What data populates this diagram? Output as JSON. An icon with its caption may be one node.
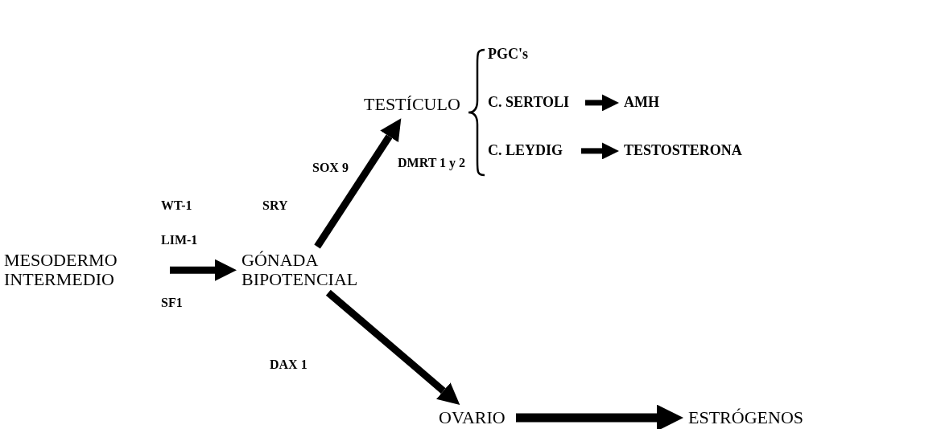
{
  "diagram": {
    "nodes": [
      {
        "text": [
          "MESODERMO INTERMEDIO"
        ]
      },
      {
        "text": [
          "GÓNADA BIPOTENCIAL"
        ]
      },
      {
        "text": [
          "TESTÍCULO"
        ]
      },
      {
        "text": [
          "PGC's"
        ]
      },
      {
        "text": [
          "C. SERTOLI"
        ]
      },
      {
        "text": [
          "AMH"
        ]
      },
      {
        "text": [
          "C. LEYDIG"
        ]
      },
      {
        "text": [
          "TESTOSTERONA"
        ]
      },
      {
        "text": [
          "OVARIO"
        ]
      },
      {
        "text": [
          "ESTRÓGENOS"
        ]
      }
    ],
    "edges": [
      {
        "from": 0,
        "to": 1,
        "arrow": "to"
      },
      {
        "from": 1,
        "to": 2,
        "arrow": "to"
      },
      {
        "from": 1,
        "to": 8,
        "arrow": "to"
      },
      {
        "from": 4,
        "to": 5,
        "arrow": "to"
      },
      {
        "from": 6,
        "to": 7,
        "arrow": "to"
      },
      {
        "from": 8,
        "to": 9,
        "arrow": "to"
      }
    ],
    "labels": [
      "SOX 9",
      "DMRT 1 y 2",
      "WT-1",
      "SRY",
      "LIM-1",
      "SF1",
      "DAX 1"
    ]
  }
}
